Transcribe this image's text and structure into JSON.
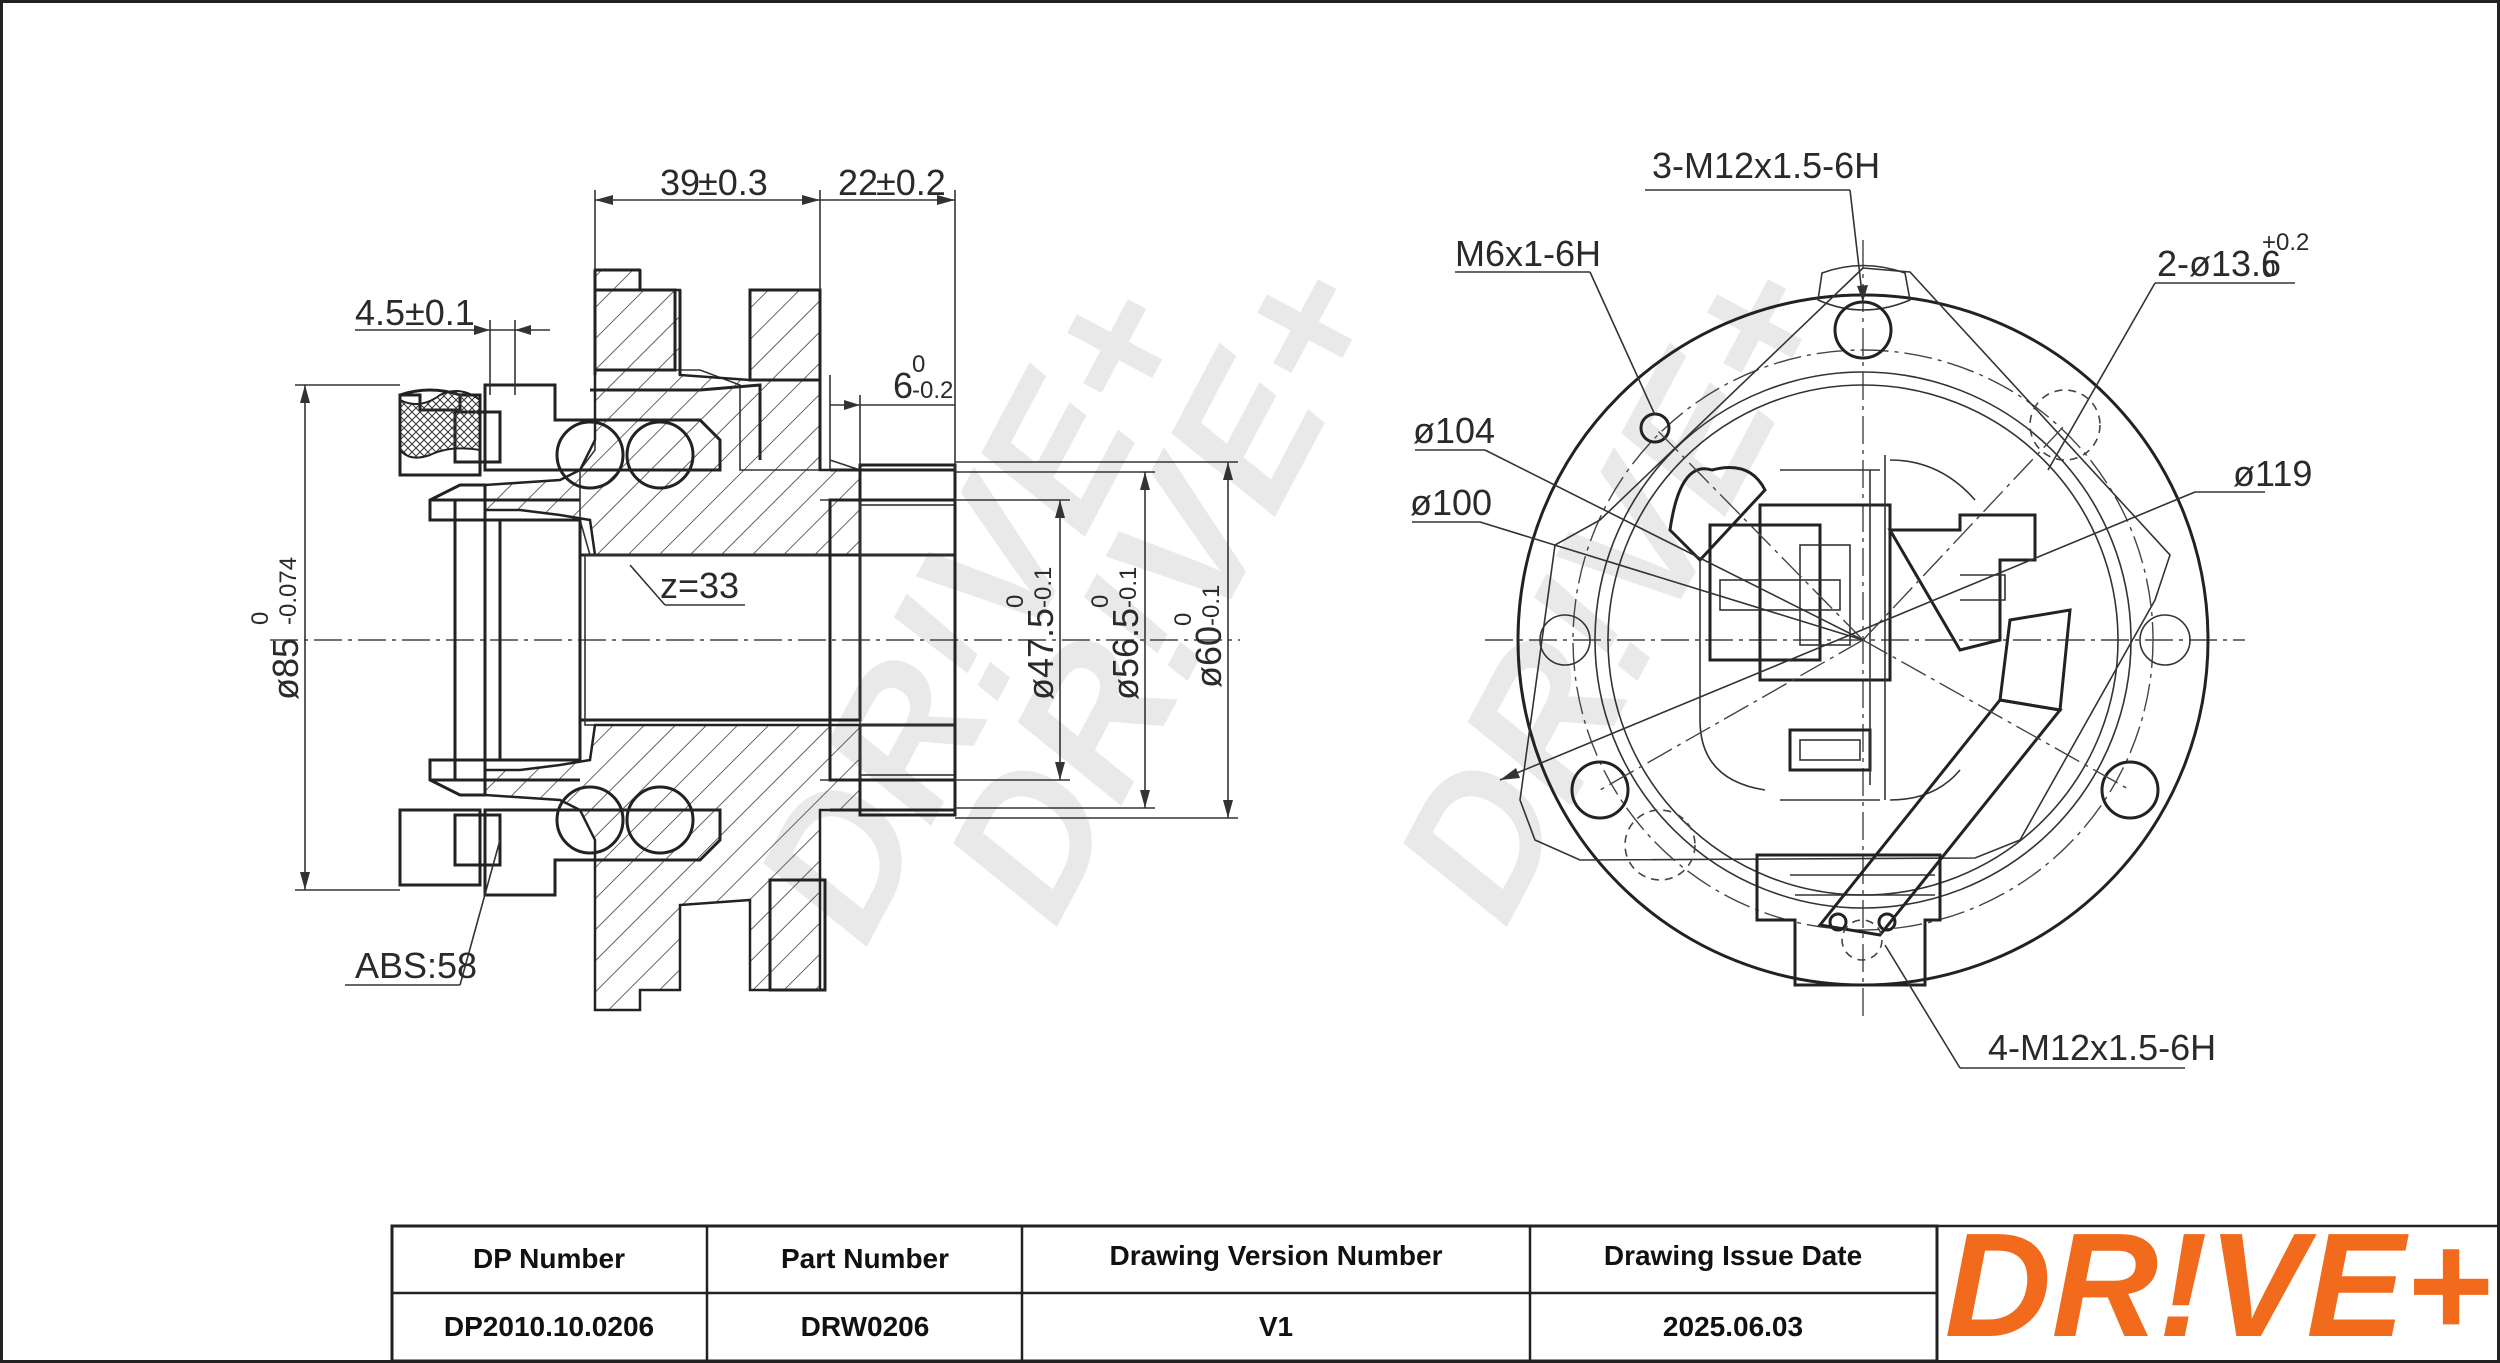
{
  "dimensions": {
    "width_39": "39",
    "width_39_tol": "±0.3",
    "width_22": "22",
    "width_22_tol": "±0.2",
    "width_4_5": "4.5",
    "width_4_5_tol": "±0.1",
    "flange_6": "6",
    "flange_6_tol_upper": "0",
    "flange_6_tol_lower": "-0.2",
    "spline": "z=33",
    "dia_85": "ø85",
    "dia_85_tol_upper": "0",
    "dia_85_tol_lower": "-0.074",
    "dia_47_5": "ø47.5",
    "dia_47_5_tol_upper": "0",
    "dia_47_5_tol_lower": "-0.1",
    "dia_56_5": "ø56.5",
    "dia_56_5_tol_upper": "0",
    "dia_56_5_tol_lower": "-0.1",
    "dia_60": "ø60",
    "dia_60_tol_upper": "0",
    "dia_60_tol_lower": "-0.1",
    "abs": "ABS:58",
    "thread_3": "3-M12x1.5-6H",
    "thread_m6": "M6x1-6H",
    "holes_2": "2-ø13.6",
    "holes_2_tol_upper": "+0.2",
    "holes_2_tol_lower": "0",
    "dia_104": "ø104",
    "dia_100": "ø100",
    "dia_119": "ø119",
    "thread_4": "4-M12x1.5-6H"
  },
  "watermark": "DR!VE+",
  "title_block": {
    "headers": [
      "DP Number",
      "Part Number",
      "Drawing Version Number",
      "Drawing Issue Date"
    ],
    "values": [
      "DP2010.10.0206",
      "DRW0206",
      "V1",
      "2025.06.03"
    ]
  },
  "logo": {
    "text": "DR!VE+",
    "color": "#f26a1b"
  }
}
